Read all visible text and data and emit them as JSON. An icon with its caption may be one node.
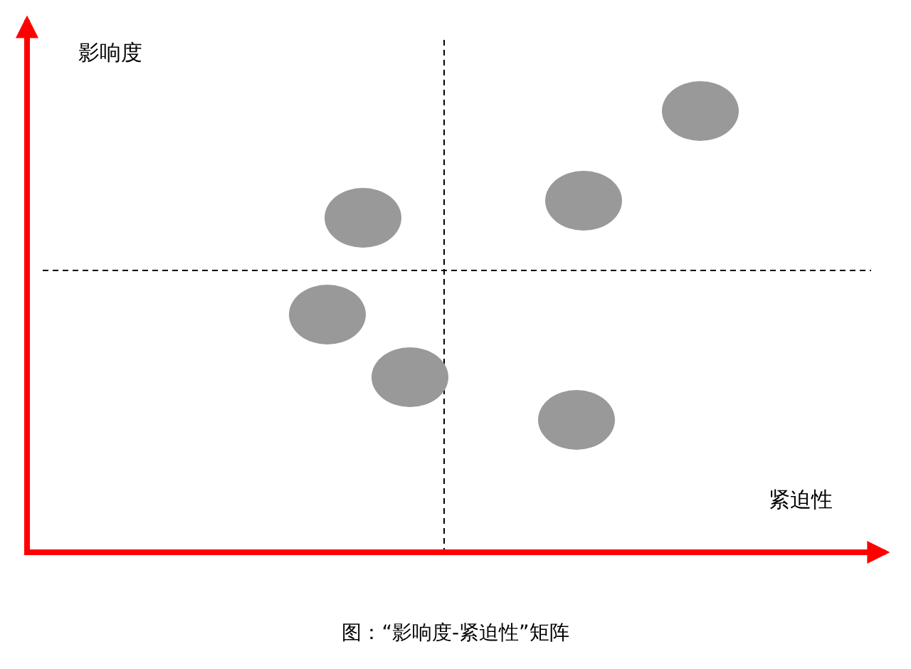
{
  "diagram": {
    "caption": "图：“影响度-紧迫性”矩阵",
    "nodes": [
      {
        "text": [],
        "shape": "circle"
      },
      {
        "text": [],
        "shape": "circle"
      },
      {
        "text": [],
        "shape": "circle"
      },
      {
        "text": [],
        "shape": "circle"
      },
      {
        "text": [],
        "shape": "circle"
      },
      {
        "text": [],
        "shape": "circle"
      }
    ],
    "labels": [
      "影响度",
      "紧迫性"
    ]
  }
}
